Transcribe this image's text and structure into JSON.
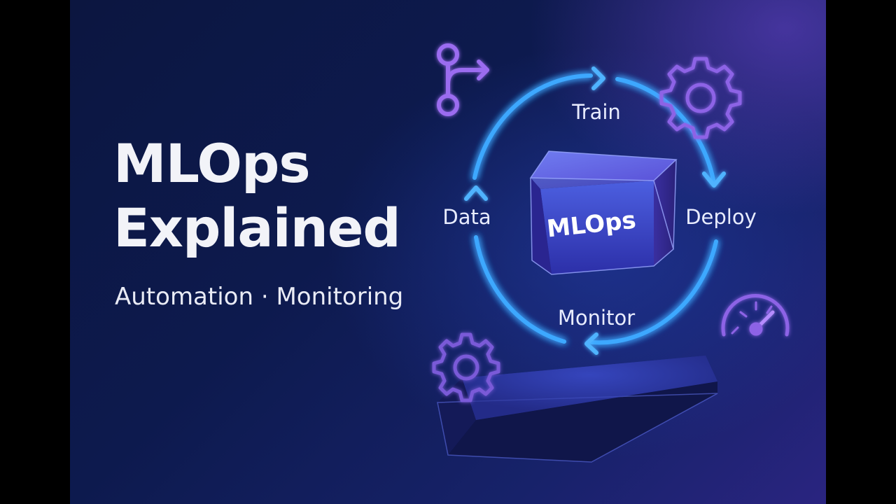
{
  "title_line1": "MLOps",
  "title_line2": "Explained",
  "subtitle": "Automation · Monitoring",
  "cycle": {
    "train": "Train",
    "deploy": "Deploy",
    "monitor": "Monitor",
    "data": "Data",
    "center": "MLOps"
  },
  "icons": [
    "git-branch-icon",
    "gear-icon",
    "gauge-icon",
    "gear-icon"
  ],
  "colors": {
    "background": "#0d1a4e",
    "cycle_ring": "#3ea8ff",
    "icon_purple": "#9b6cf0",
    "title": "#f2f3f8"
  }
}
